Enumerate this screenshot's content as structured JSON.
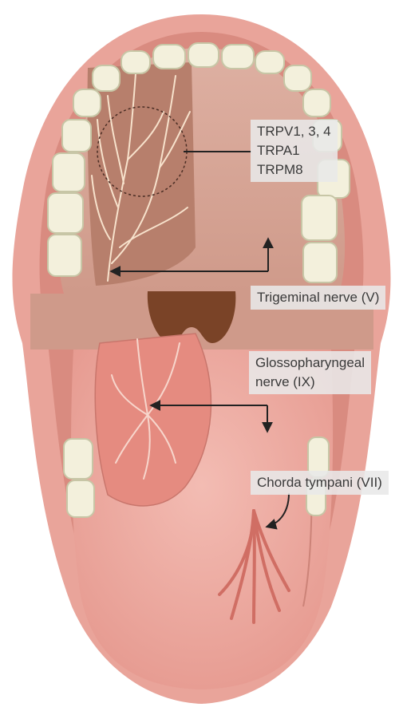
{
  "labels": {
    "trp_lines": [
      "TRPV1, 3, 4",
      "TRPA1",
      "TRPM8"
    ],
    "trigeminal": "Trigeminal nerve (V)",
    "glosso_lines": [
      "Glossopharyngeal",
      "nerve (IX)"
    ],
    "chorda": "Chorda tympani (VII)"
  },
  "colors": {
    "lip": "#e9a49a",
    "lip_dark": "#d98b80",
    "mouth_back": "#c9887a",
    "palate": "#d9a596",
    "nerve_region_upper": "#b77f6c",
    "tongue": "#eeaea4",
    "tongue_region": "#e58b80",
    "uvula": "#7a4327",
    "teeth": "#f3f0dc",
    "teeth_shadow": "#c7c6a6",
    "arrow": "#222222"
  }
}
